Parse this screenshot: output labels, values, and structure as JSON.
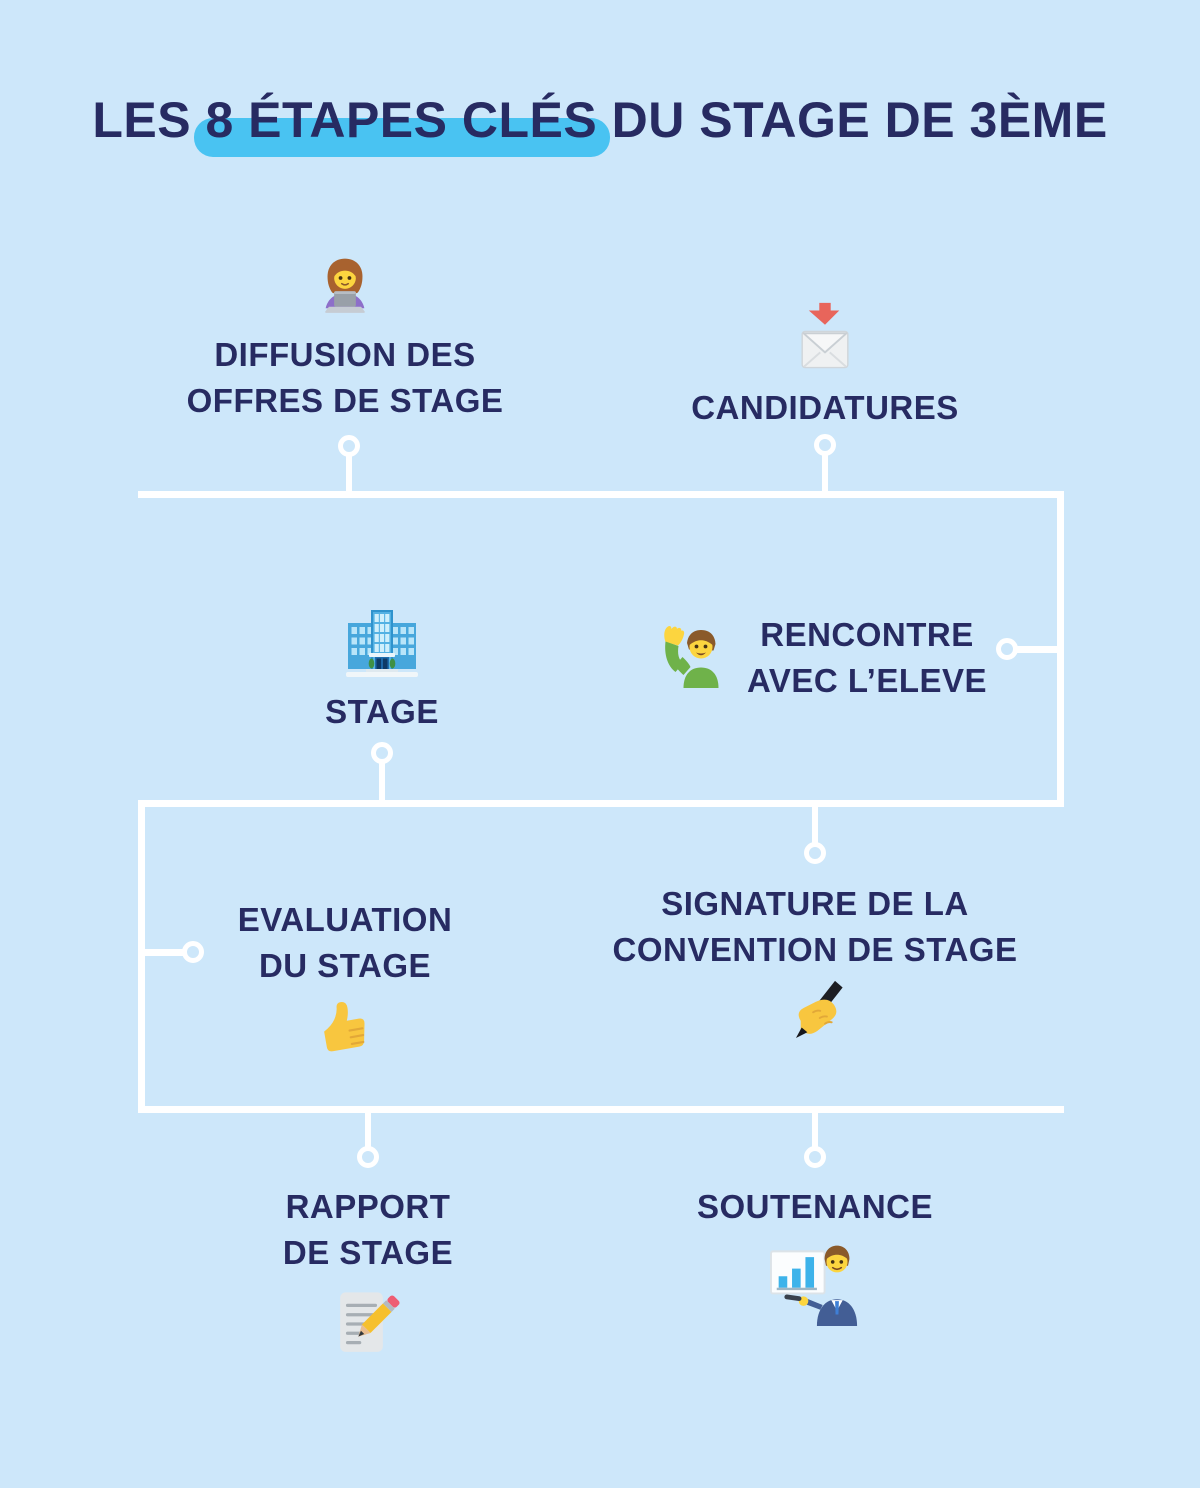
{
  "title": {
    "prefix": "LES ",
    "highlight": "8 ÉTAPES CLÉS",
    "suffix": " DU STAGE DE 3ÈME"
  },
  "colors": {
    "background": "#cde7fa",
    "text": "#272b62",
    "highlight": "#49c3f2",
    "connector": "#ffffff"
  },
  "steps": [
    {
      "label": "DIFFUSION DES\nOFFRES DE STAGE",
      "icon": "woman-technologist",
      "glyph": "👩‍💻"
    },
    {
      "label": "CANDIDATURES",
      "icon": "incoming-envelope",
      "glyph": "📩"
    },
    {
      "label": "STAGE",
      "icon": "office-building",
      "glyph": "🏢"
    },
    {
      "label": "RENCONTRE\nAVEC L’ELEVE",
      "icon": "man-raising-hand",
      "glyph": "🙋‍♂️"
    },
    {
      "label": "EVALUATION\nDU STAGE",
      "icon": "thumbs-up",
      "glyph": "👍"
    },
    {
      "label": "SIGNATURE DE LA\nCONVENTION DE STAGE",
      "icon": "writing-hand",
      "glyph": "✍️"
    },
    {
      "label": "RAPPORT\nDE STAGE",
      "icon": "memo",
      "glyph": "📝"
    },
    {
      "label": "SOUTENANCE",
      "icon": "man-presenting",
      "glyph": "👨‍💼📊"
    }
  ]
}
